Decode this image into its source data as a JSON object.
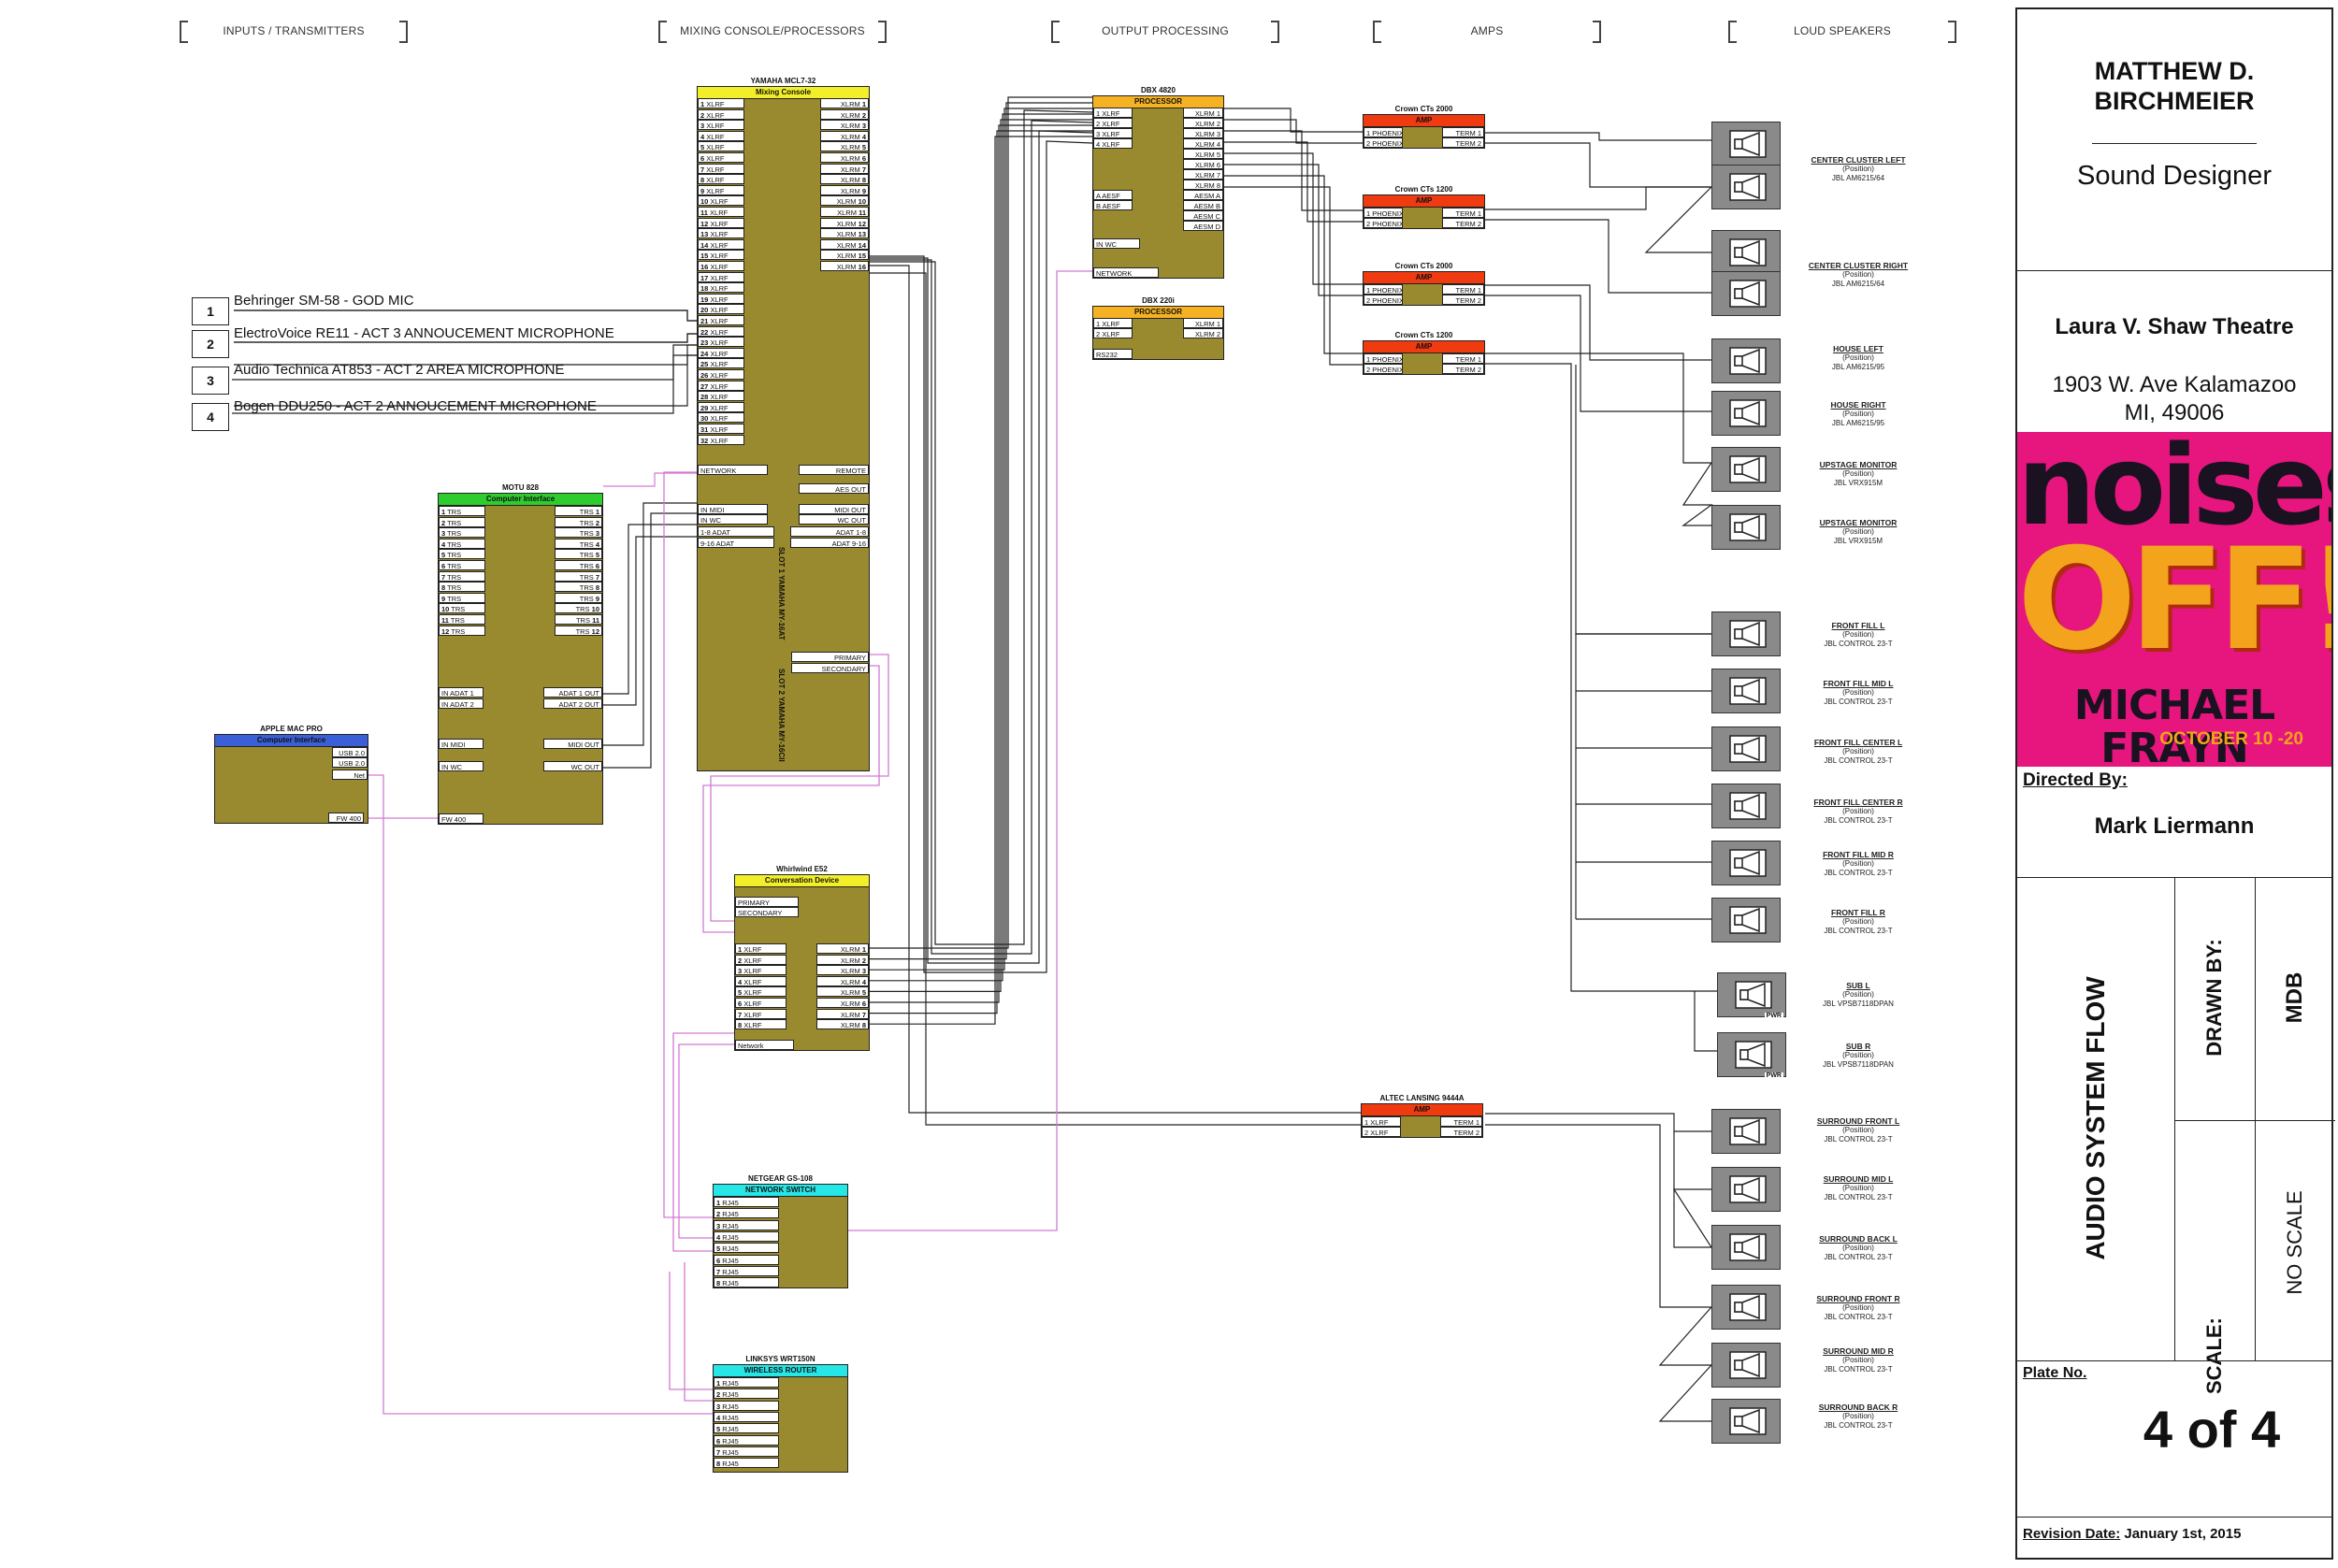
{
  "headers": [
    "INPUTS / TRANSMITTERS",
    "MIXING CONSOLE/PROCESSORS",
    "OUTPUT PROCESSING",
    "AMPS",
    "LOUD SPEAKERS"
  ],
  "sources": [
    {
      "num": "1",
      "label": "Behringer SM-58 - GOD MIC"
    },
    {
      "num": "2",
      "label": "ElectroVoice RE11 - ACT 3 ANNOUCEMENT MICROPHONE"
    },
    {
      "num": "3",
      "label": "Audio Technica AT853 - ACT 2 AREA MICROPHONE"
    },
    {
      "num": "4",
      "label": "Bogen DDU250 - ACT 2 ANNOUCEMENT MICROPHONE"
    }
  ],
  "console": {
    "title": "YAMAHA MCL7-32",
    "subtitle": "Mixing Console",
    "in_type": "XLRF",
    "out_type": "XLRM",
    "io_ports": [
      "NETWORK",
      "REMOTE",
      "AES OUT",
      "IN MIDI",
      "MIDI OUT",
      "IN WC",
      "WC OUT",
      "1-8 ADAT",
      "ADAT 1-8",
      "9-16 ADAT",
      "ADAT 9-16",
      "PRIMARY",
      "SECONDARY"
    ],
    "slot1": "SLOT 1 YAMAHA MY-16AT",
    "slot2": "SLOT 2 YAMAHA MY-16CII"
  },
  "motu": {
    "title": "MOTU 828",
    "subtitle": "Computer Interface",
    "port_type": "TRS",
    "io_ports": [
      "IN ADAT 1",
      "ADAT 1 OUT",
      "IN ADAT 2",
      "ADAT 2 OUT",
      "IN MIDI",
      "MIDI OUT",
      "IN WC",
      "WC OUT",
      "FW 400"
    ]
  },
  "mac": {
    "title": "APPLE MAC PRO",
    "subtitle": "Computer Interface",
    "ports": [
      "USB 2.0",
      "USB 2.0",
      "Net",
      "FW 400"
    ]
  },
  "dbx4820": {
    "title": "DBX 4820",
    "subtitle": "PROCESSOR",
    "inputs": [
      "1 XLRF",
      "2 XLRF",
      "3 XLRF",
      "4 XLRF"
    ],
    "outputs": [
      "XLRM 1",
      "XLRM 2",
      "XLRM 3",
      "XLRM 4",
      "XLRM 5",
      "XLRM 6",
      "XLRM 7",
      "XLRM 8"
    ],
    "aes_in": [
      "A AESF",
      "B AESF"
    ],
    "aes_out": [
      "AESM A",
      "AESM B",
      "AESM C",
      "AESM D"
    ],
    "wc": "IN WC",
    "network": "NETWORK"
  },
  "dbx220": {
    "title": "DBX 220i",
    "subtitle": "PROCESSOR",
    "inputs": [
      "1 XLRF",
      "2 XLRF"
    ],
    "outputs": [
      "XLRM 1",
      "XLRM 2"
    ],
    "rs": "RS232"
  },
  "amps": [
    {
      "title": "Crown CTs 2000",
      "band": "AMP",
      "in1": "1 PHOENIX",
      "in2": "2 PHOENIX",
      "out1": "TERM 1",
      "out2": "TERM 2"
    },
    {
      "title": "Crown CTs 1200",
      "band": "AMP",
      "in1": "1 PHOENIX",
      "in2": "2 PHOENIX",
      "out1": "TERM 1",
      "out2": "TERM 2"
    },
    {
      "title": "Crown CTs 2000",
      "band": "AMP",
      "in1": "1 PHOENIX",
      "in2": "2 PHOENIX",
      "out1": "TERM 1",
      "out2": "TERM 2"
    },
    {
      "title": "Crown CTs 1200",
      "band": "AMP",
      "in1": "1 PHOENIX",
      "in2": "2 PHOENIX",
      "out1": "TERM 1",
      "out2": "TERM 2"
    },
    {
      "title": "ALTEC LANSING 9444A",
      "band": "AMP",
      "in1": "1 XLRF",
      "in2": "2 XLRF",
      "out1": "TERM 1",
      "out2": "TERM 2"
    }
  ],
  "whirlwind": {
    "title": "Whirlwind E52",
    "subtitle": "Conversation Device",
    "top_ports": [
      "PRIMARY",
      "SECONDARY"
    ],
    "in_type": "XLRF",
    "out_type": "XLRM",
    "network": "Network"
  },
  "netgear": {
    "title": "NETGEAR GS-108",
    "subtitle": "NETWORK SWITCH",
    "port_type": "RJ45"
  },
  "linksys": {
    "title": "LINKSYS WRT150N",
    "subtitle": "WIRELESS ROUTER",
    "port_type": "RJ45"
  },
  "speakers": [
    {
      "name": "CENTER CLUSTER LEFT",
      "pos": "(Position)",
      "model": "JBL AM6215/64"
    },
    {
      "name": "CENTER CLUSTER RIGHT",
      "pos": "(Position)",
      "model": "JBL AM6215/64"
    },
    {
      "name": "HOUSE LEFT",
      "pos": "(Position)",
      "model": "JBL AM6215/95"
    },
    {
      "name": "HOUSE RIGHT",
      "pos": "(Position)",
      "model": "JBL AM6215/95"
    },
    {
      "name": "UPSTAGE MONITOR",
      "pos": "(Position)",
      "model": "JBL VRX915M"
    },
    {
      "name": "UPSTAGE MONITOR",
      "pos": "(Position)",
      "model": "JBL VRX915M"
    },
    {
      "name": "FRONT FILL L",
      "pos": "(Position)",
      "model": "JBL CONTROL 23-T"
    },
    {
      "name": "FRONT FILL MID L",
      "pos": "(Position)",
      "model": "JBL CONTROL 23-T"
    },
    {
      "name": "FRONT FILL CENTER L",
      "pos": "(Position)",
      "model": "JBL CONTROL 23-T"
    },
    {
      "name": "FRONT FILL CENTER R",
      "pos": "(Position)",
      "model": "JBL CONTROL 23-T"
    },
    {
      "name": "FRONT FILL MID R",
      "pos": "(Position)",
      "model": "JBL CONTROL 23-T"
    },
    {
      "name": "FRONT FILL R",
      "pos": "(Position)",
      "model": "JBL CONTROL 23-T"
    },
    {
      "name": "SUB L",
      "pos": "(Position)",
      "model": "JBL VPSB7118DPAN"
    },
    {
      "name": "SUB R",
      "pos": "(Position)",
      "model": "JBL VPSB7118DPAN"
    },
    {
      "name": "SURROUND FRONT L",
      "pos": "(Position)",
      "model": "JBL CONTROL 23-T"
    },
    {
      "name": "SURROUND MID L",
      "pos": "(Position)",
      "model": "JBL CONTROL 23-T"
    },
    {
      "name": "SURROUND BACK L",
      "pos": "(Position)",
      "model": "JBL CONTROL 23-T"
    },
    {
      "name": "SURROUND FRONT R",
      "pos": "(Position)",
      "model": "JBL CONTROL 23-T"
    },
    {
      "name": "SURROUND MID R",
      "pos": "(Position)",
      "model": "JBL CONTROL 23-T"
    },
    {
      "name": "SURROUND BACK R",
      "pos": "(Position)",
      "model": "JBL CONTROL 23-T"
    }
  ],
  "sub_tag": "PWR",
  "titleblock": {
    "designer_name": "MATTHEW D. BIRCHMEIER",
    "designer_role": "Sound Designer",
    "venue": "Laura V. Shaw Theatre",
    "address1": "1903 W. Ave Kalamazoo",
    "address2": "MI, 49006",
    "poster_line1": "noises",
    "poster_line2": "OFF!",
    "poster_line3": "MICHAEL FRAYN",
    "poster_line4": "OCTOBER 10 -20",
    "directed_label": "Directed By:",
    "director": "Mark Liermann",
    "sheet_title": "AUDIO SYSTEM FLOW",
    "drawn_label": "DRAWN BY:",
    "drawn_value": "MDB",
    "scale_label": "SCALE:",
    "scale_value": "NO SCALE",
    "plate_label": "Plate No.",
    "plate_value": "4 of 4",
    "revision_label": "Revision Date:",
    "revision_value": "January 1st, 2015"
  },
  "colors": {
    "device_body": "#9a8a2f",
    "console_band": "#f2ef2a",
    "motu_band": "#2ecc2e",
    "mac_band": "#3b5fd6",
    "dbx_band": "#f5b324",
    "amp_band": "#f03a10",
    "net_band": "#26e6e6",
    "network_wire": "#d27ad2",
    "poster_bg": "#e7157e"
  }
}
